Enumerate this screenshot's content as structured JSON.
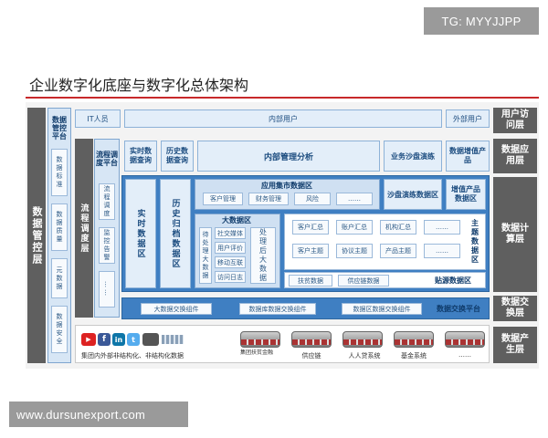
{
  "watermark_top": "TG: MYYJJPP",
  "watermark_bottom": "www.dursunexport.com",
  "title": "企业数字化底座与数字化总体架构",
  "left": {
    "mgmt_layer": "数据管控层",
    "mgmt_platform": "数据管控平台",
    "mgmt_items": [
      "数据标准",
      "数据质量",
      "元数据",
      "数据安全"
    ],
    "flow_layer": "流程调度层",
    "flow_platform": "流程调度平台",
    "flow_items": [
      "流程调度",
      "监控告警",
      "……"
    ]
  },
  "right": {
    "user_access": "用户访问层",
    "data_app": "数据应用层",
    "data_compute": "数据计算层",
    "data_exchange": "数据交换层",
    "data_produce": "数据产生层"
  },
  "users": {
    "it": "IT人员",
    "internal": "内部用户",
    "external": "外部用户"
  },
  "apps": {
    "realtime": "实时数据查询",
    "history": "历史数据查询",
    "internal_analysis": "内部管理分析",
    "sandbox": "业务沙盘演练",
    "products": "数据增值产品"
  },
  "compute": {
    "realtime_area": "实时数据区",
    "history_area": "历史归档数据区",
    "app_mart": "应用集市数据区",
    "app_mart_items": [
      "客户管理",
      "财务管理",
      "风险",
      "……"
    ],
    "sandbox_area": "沙盘演练数据区",
    "value_area": "增值产品数据区",
    "bigdata": "大数据区",
    "pending": "待处理大数据",
    "bigdata_items": [
      "社交媒体",
      "用户评价",
      "移动互联",
      "访问日志"
    ],
    "processed": "处理后大数据",
    "theme_area": "主题数据区",
    "theme_row1": [
      "客户汇总",
      "账户汇总",
      "机构汇总",
      "……"
    ],
    "theme_row2": [
      "客户主题",
      "协议主题",
      "产品主题",
      "……"
    ],
    "source_area": "贴源数据区",
    "source_items": [
      "扶贫数据",
      "供应链数据"
    ]
  },
  "exchange": {
    "label": "数据交换平台",
    "components": [
      "大数据交换组件",
      "数据库数据交换组件",
      "数据区数据交换组件"
    ]
  },
  "produce": {
    "external_caption": "集团内外部非结构化、非结构化数据",
    "systems": [
      "集团扶贫金融",
      "供应链",
      "人人贷系统",
      "基金系统",
      "……"
    ]
  }
}
